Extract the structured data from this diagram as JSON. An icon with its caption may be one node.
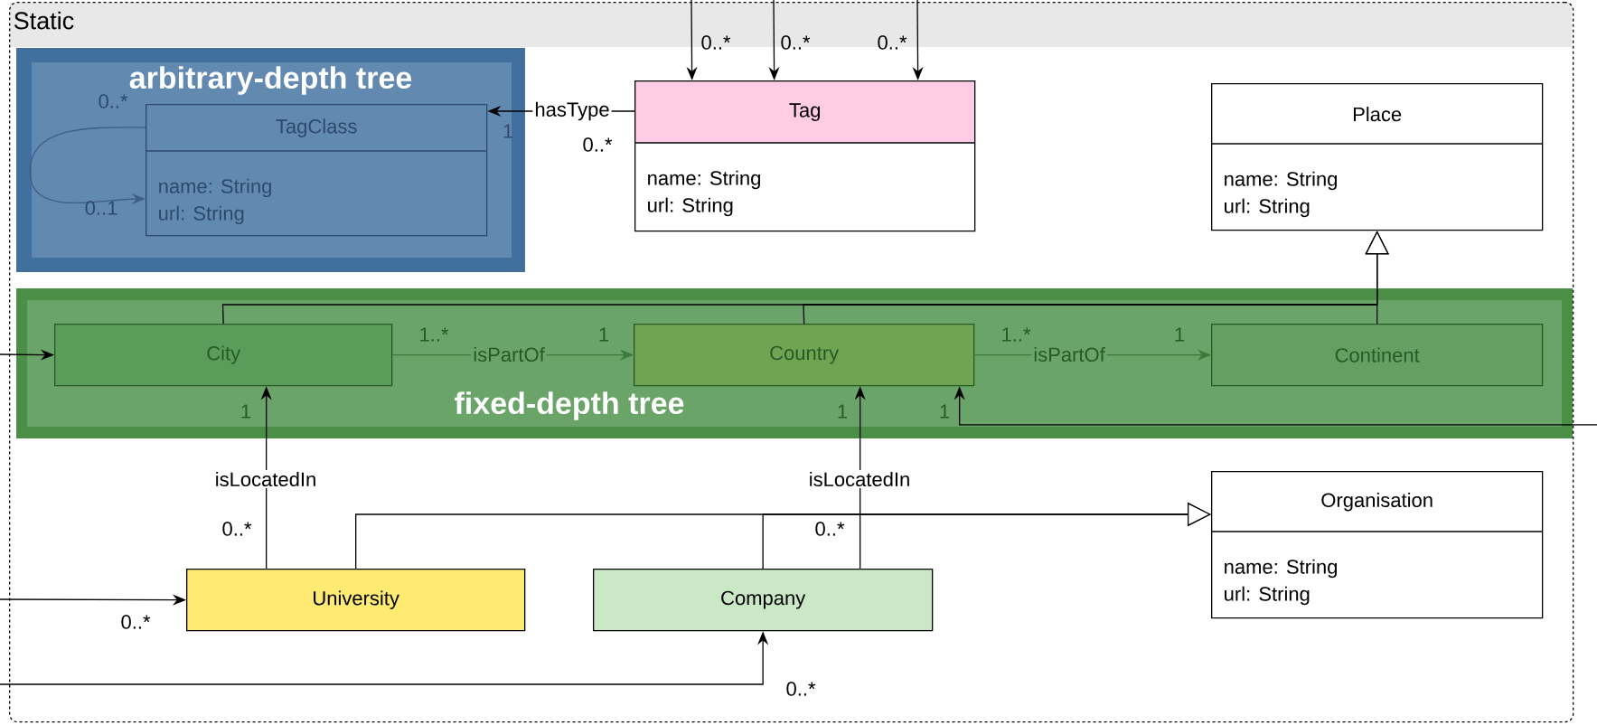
{
  "diagram": {
    "nodes": [
      {
        "text": [
          "Static"
        ]
      },
      {
        "text": [
          "arbitrary-depth tree"
        ],
        "in": 0
      },
      {
        "text": [
          "TagClass",
          "name: String url: String"
        ],
        "in": 1
      },
      {
        "text": [
          "Tag",
          "name: String url: String"
        ],
        "in": 0
      },
      {
        "text": [
          "Place",
          "name: String url: String"
        ],
        "in": 0
      },
      {
        "text": [
          "fixed-depth tree"
        ],
        "in": 0
      },
      {
        "text": [
          "City"
        ],
        "in": 5
      },
      {
        "text": [
          "Country"
        ],
        "in": 5
      },
      {
        "text": [
          "Continent"
        ],
        "in": 5
      },
      {
        "text": [
          "Organisation",
          "name: String url: String"
        ],
        "in": 0
      },
      {
        "text": [
          "University"
        ],
        "in": 0
      },
      {
        "text": [
          "Company"
        ],
        "in": 0
      }
    ],
    "edges": [
      {
        "from": null,
        "to": 3,
        "arrow": "to"
      },
      {
        "from": null,
        "to": 3,
        "arrow": "to"
      },
      {
        "from": null,
        "to": 3,
        "arrow": "to"
      },
      {
        "from": 2,
        "to": 2,
        "arrow": "to",
        "color": "#3e5f85"
      },
      {
        "from": 3,
        "to": 2,
        "arrow": "to",
        "label": "hasType"
      },
      {
        "from": 6,
        "to": 4,
        "arrow": "to"
      },
      {
        "from": 7,
        "to": 4,
        "arrow": "to"
      },
      {
        "from": 8,
        "to": 4,
        "arrow": "to"
      },
      {
        "from": null,
        "to": 6,
        "arrow": "to"
      },
      {
        "from": 6,
        "to": 7,
        "arrow": "to",
        "label": "isPartOf",
        "color": "#3d7a3a"
      },
      {
        "from": 7,
        "to": 8,
        "arrow": "to",
        "label": "isPartOf",
        "color": "#3d7a3a"
      },
      {
        "from": 10,
        "to": 6,
        "arrow": "to",
        "label": "isLocatedIn"
      },
      {
        "from": 11,
        "to": 7,
        "arrow": "to",
        "label": "isLocatedIn"
      },
      {
        "from": null,
        "to": 7,
        "arrow": "to"
      },
      {
        "from": 10,
        "to": 9,
        "arrow": "to"
      },
      {
        "from": 11,
        "to": 9,
        "arrow": "to"
      },
      {
        "from": null,
        "to": 10,
        "arrow": "to"
      },
      {
        "from": null,
        "to": 11,
        "arrow": "to"
      }
    ],
    "labels": [
      "0..*",
      "0..*",
      "0..*",
      "0..*",
      "1",
      "0..*",
      "0..1",
      "1..*",
      "1",
      "1..*",
      "1",
      "1",
      "1",
      "1",
      "0..*",
      "0..*",
      "0..*",
      "0..*"
    ]
  }
}
